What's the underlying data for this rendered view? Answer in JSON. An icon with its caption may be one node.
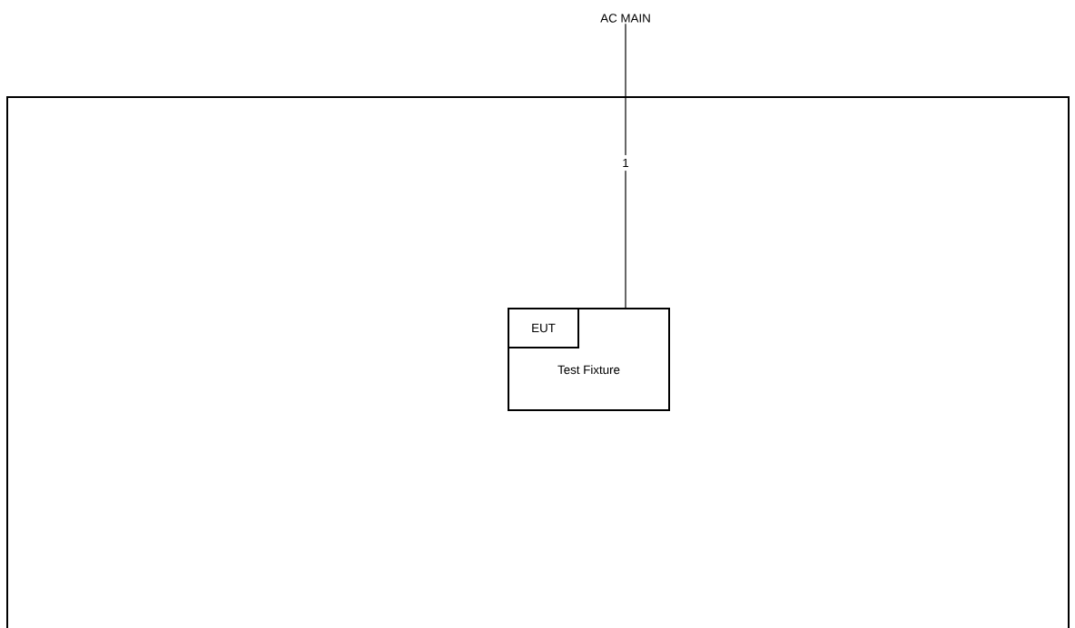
{
  "diagram": {
    "nodes": [
      {
        "text": [],
        "shape": "box"
      },
      {
        "text": [
          "AC MAIN"
        ]
      },
      {
        "text": [
          "Test Fixture"
        ],
        "in": 0
      },
      {
        "text": [
          "EUT"
        ],
        "in": 2
      }
    ],
    "edges": [
      {
        "from": 1,
        "to": 2,
        "arrow": "none",
        "label": "1"
      }
    ]
  }
}
